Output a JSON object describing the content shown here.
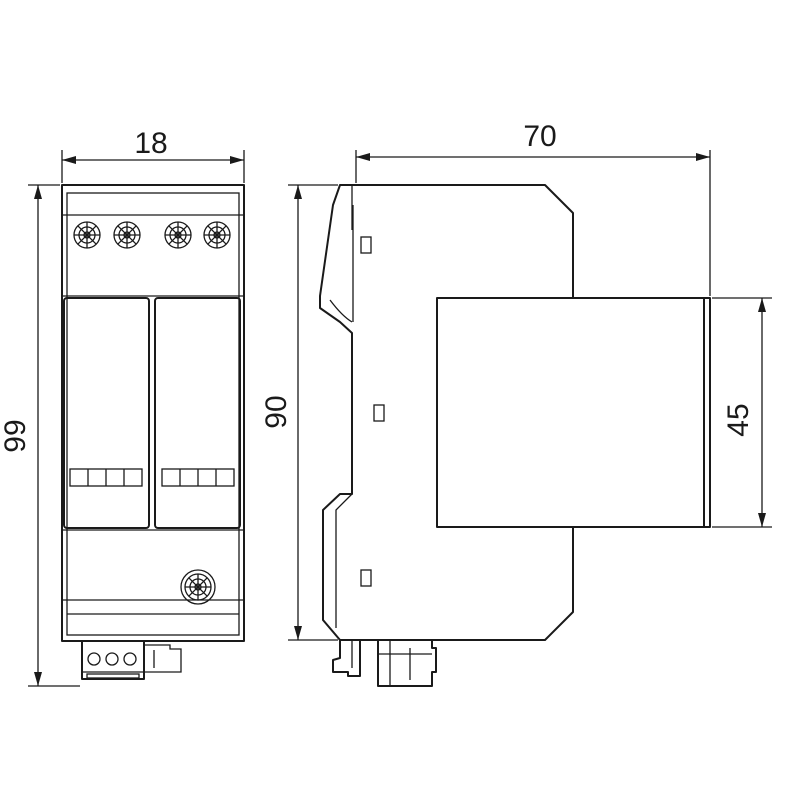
{
  "dimensions": {
    "front_width": "18",
    "front_height": "99",
    "side_depth": "70",
    "side_height": "90",
    "front_face_height": "45"
  },
  "colors": {
    "stroke": "#1a1a1a",
    "background": "#ffffff"
  }
}
